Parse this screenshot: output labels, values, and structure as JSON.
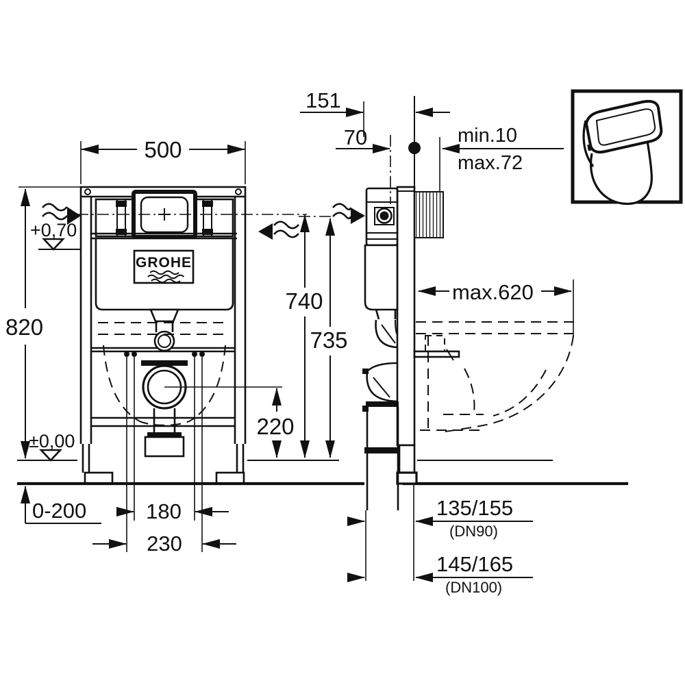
{
  "drawing": {
    "brand_logo": "GROHE",
    "dimensions": {
      "front": {
        "width": "500",
        "total_height": "820",
        "upper_level": "+0,70",
        "zero_level": "±0,00",
        "flush_axis": "740",
        "inlet_axis": "735",
        "outlet_height": "220",
        "floor_adjust": "0-200",
        "bolt_spacing": "180",
        "outlet_spacing": "230"
      },
      "side": {
        "frame_depth": "151",
        "plate_axis_depth": "70",
        "wall_min": "min.10",
        "wall_max": "max.72",
        "ceramic_depth": "max.620",
        "drain_dn90_offset": "135/155",
        "drain_dn90": "(DN90)",
        "drain_dn100_offset": "145/165",
        "drain_dn100": "(DN100)"
      }
    },
    "colors": {
      "line": "#111111",
      "background": "#ffffff"
    }
  }
}
